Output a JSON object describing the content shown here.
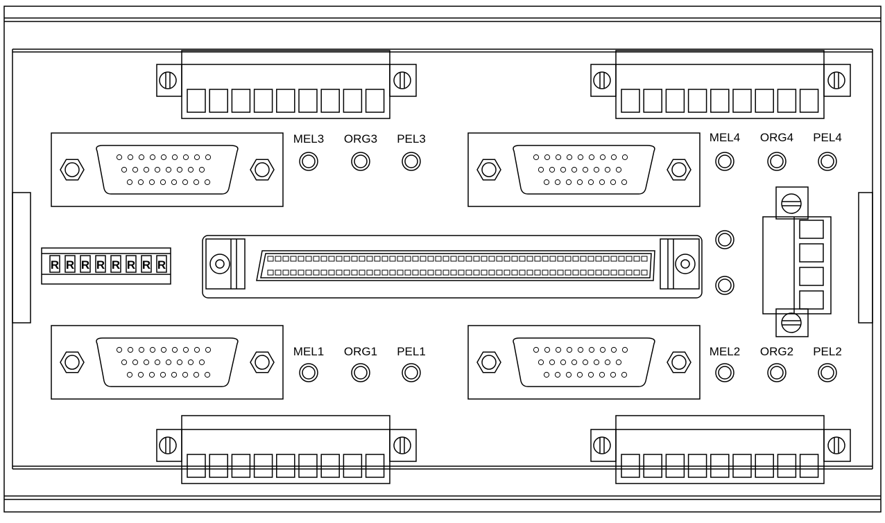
{
  "panel": {
    "led_groups": [
      {
        "id": "ch3",
        "labels": [
          "MEL3",
          "ORG3",
          "PEL3"
        ]
      },
      {
        "id": "ch4",
        "labels": [
          "MEL4",
          "ORG4",
          "PEL4"
        ]
      },
      {
        "id": "ch1",
        "labels": [
          "MEL1",
          "ORG1",
          "PEL1"
        ]
      },
      {
        "id": "ch2",
        "labels": [
          "MEL2",
          "ORG2",
          "PEL2"
        ]
      }
    ],
    "terminal_block_positions": 9,
    "power_terminal_positions": 4,
    "dip_switch_positions": 8,
    "dip_switch_glyph": "R",
    "dsub_pin_rows": [
      9,
      8,
      8
    ],
    "scsi_pins_per_row": 50,
    "status_leds_center": 2
  }
}
